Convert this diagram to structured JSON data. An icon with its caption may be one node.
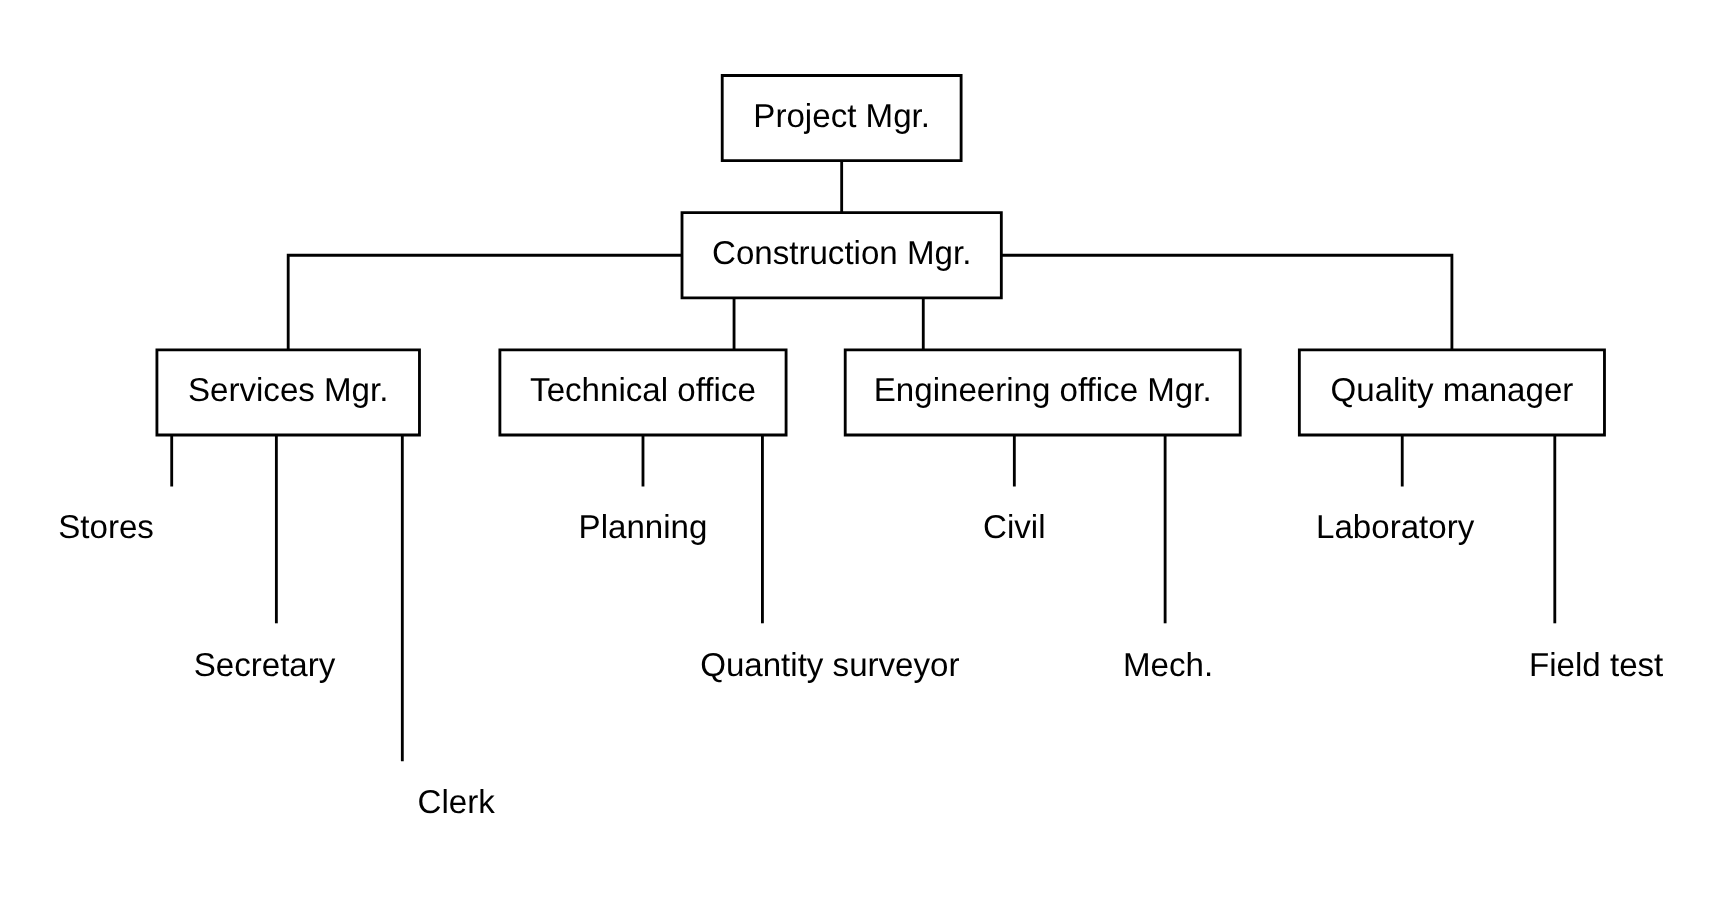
{
  "diagram": {
    "nodes": [
      {
        "text": [
          "Project Mgr."
        ]
      },
      {
        "text": [
          "Construction Mgr."
        ]
      },
      {
        "text": [
          "Services Mgr."
        ]
      },
      {
        "text": [
          "Technical office"
        ]
      },
      {
        "text": [
          "Engineering office Mgr."
        ]
      },
      {
        "text": [
          "Quality manager"
        ]
      },
      {
        "text": [
          "Stores"
        ]
      },
      {
        "text": [
          "Secretary"
        ]
      },
      {
        "text": [
          "Clerk"
        ]
      },
      {
        "text": [
          "Planning"
        ]
      },
      {
        "text": [
          "Quantity surveyor"
        ]
      },
      {
        "text": [
          "Civil"
        ]
      },
      {
        "text": [
          "Mech."
        ]
      },
      {
        "text": [
          "Laboratory"
        ]
      },
      {
        "text": [
          "Field test"
        ]
      }
    ],
    "edges": [
      {
        "from": 0,
        "to": 1,
        "arrow": "none"
      },
      {
        "from": 1,
        "to": 2,
        "arrow": "none"
      },
      {
        "from": 1,
        "to": 3,
        "arrow": "none"
      },
      {
        "from": 1,
        "to": 4,
        "arrow": "none"
      },
      {
        "from": 1,
        "to": 5,
        "arrow": "none"
      },
      {
        "from": 2,
        "to": 6,
        "arrow": "none"
      },
      {
        "from": 2,
        "to": 7,
        "arrow": "none"
      },
      {
        "from": 2,
        "to": 8,
        "arrow": "none"
      },
      {
        "from": 3,
        "to": 9,
        "arrow": "none"
      },
      {
        "from": 3,
        "to": 10,
        "arrow": "none"
      },
      {
        "from": 4,
        "to": 11,
        "arrow": "none"
      },
      {
        "from": 4,
        "to": 12,
        "arrow": "none"
      },
      {
        "from": 5,
        "to": 13,
        "arrow": "none"
      },
      {
        "from": 5,
        "to": 14,
        "arrow": "none"
      }
    ]
  }
}
